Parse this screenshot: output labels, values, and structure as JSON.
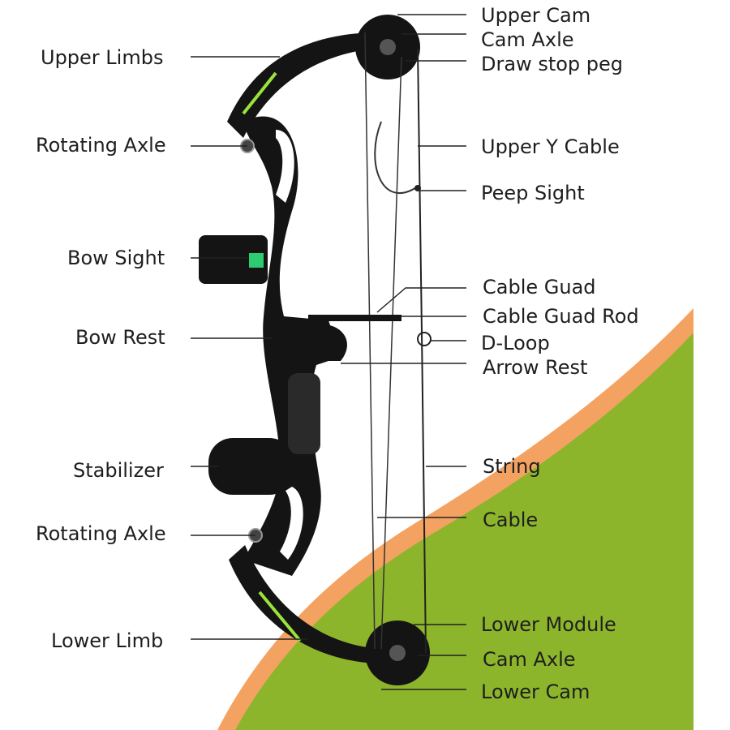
{
  "colors": {
    "background": "#ffffff",
    "orange_band": "#f4a261",
    "green_field": "#8db52c",
    "bow_body": "#141414",
    "accent_green": "#9be33a",
    "leader_line": "#222222",
    "label_text": "#1e1e1e"
  },
  "labels": {
    "upper_limbs": "Upper Limbs",
    "rotating_axle_upper": "Rotating Axle",
    "bow_sight": "Bow Sight",
    "bow_rest": "Bow Rest",
    "stabilizer": "Stabilizer",
    "rotating_axle_lower": "Rotating Axle",
    "lower_limb": "Lower Limb",
    "upper_cam": "Upper Cam",
    "cam_axle_upper": "Cam Axle",
    "draw_stop_peg": "Draw stop peg",
    "upper_y_cable": "Upper Y Cable",
    "peep_sight": "Peep Sight",
    "cable_guad": "Cable Guad",
    "cable_guad_rod": "Cable Guad Rod",
    "d_loop": "D-Loop",
    "arrow_rest": "Arrow Rest",
    "string": "String",
    "cable": "Cable",
    "lower_module": "Lower Module",
    "cam_axle_lower": "Cam Axle",
    "lower_cam": "Lower Cam"
  },
  "icons": {
    "bow": "compound-bow-illustration"
  }
}
